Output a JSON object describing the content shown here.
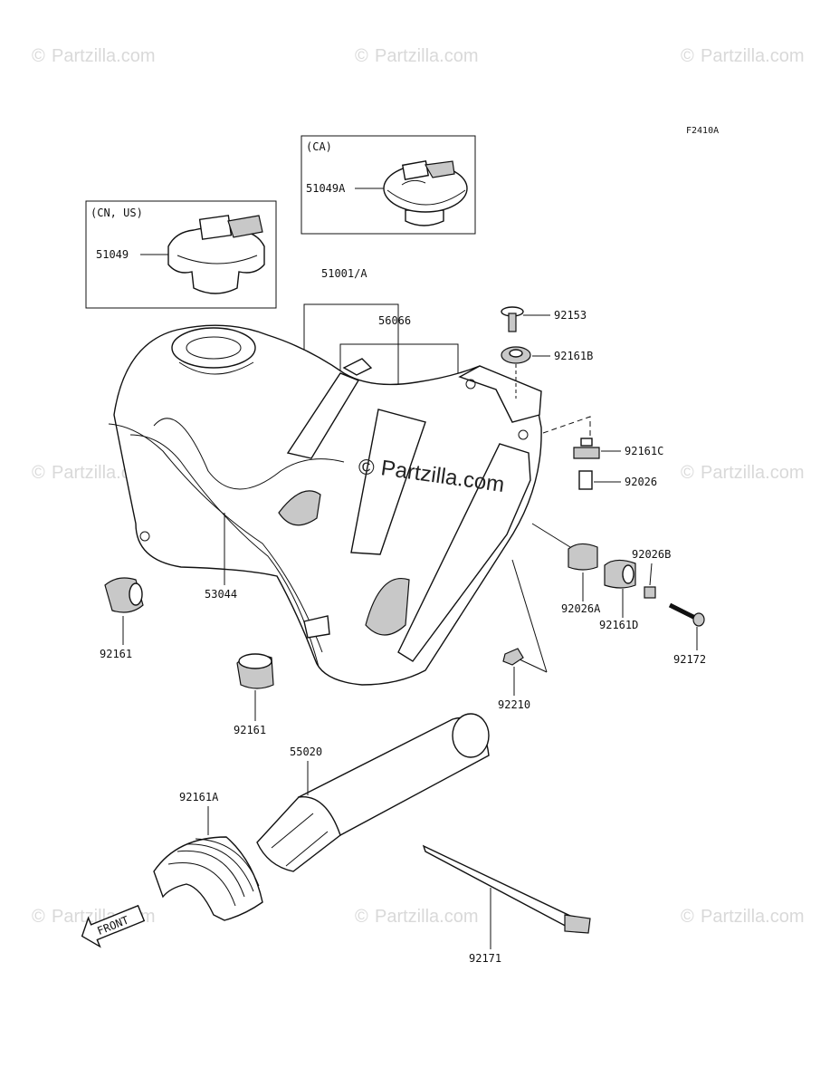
{
  "figure_code": "F2410A",
  "watermark": {
    "text": "Partzilla.com",
    "center_text": "Partzilla.com",
    "symbol": "©"
  },
  "insets": [
    {
      "id": "cn-us",
      "title": "(CN, US)",
      "part": "51049"
    },
    {
      "id": "ca",
      "title": "(CA)",
      "part": "51049A"
    }
  ],
  "labels": {
    "tank": "51001/A",
    "decal": "56066",
    "bolt_top": "92153",
    "damper_top": "92161B",
    "damper_c": "92161C",
    "collar_right": "92026",
    "collar_b": "92026B",
    "collar_a": "92026A",
    "damper_d": "92161D",
    "bolt_right": "92172",
    "trim": "53044",
    "damper_left": "92161",
    "damper_mid": "92161",
    "nut": "92210",
    "pad": "55020",
    "damper_a": "92161A",
    "band": "92171",
    "front_arrow": "FRONT"
  },
  "icons": [
    "copyright-icon",
    "front-arrow-icon"
  ]
}
